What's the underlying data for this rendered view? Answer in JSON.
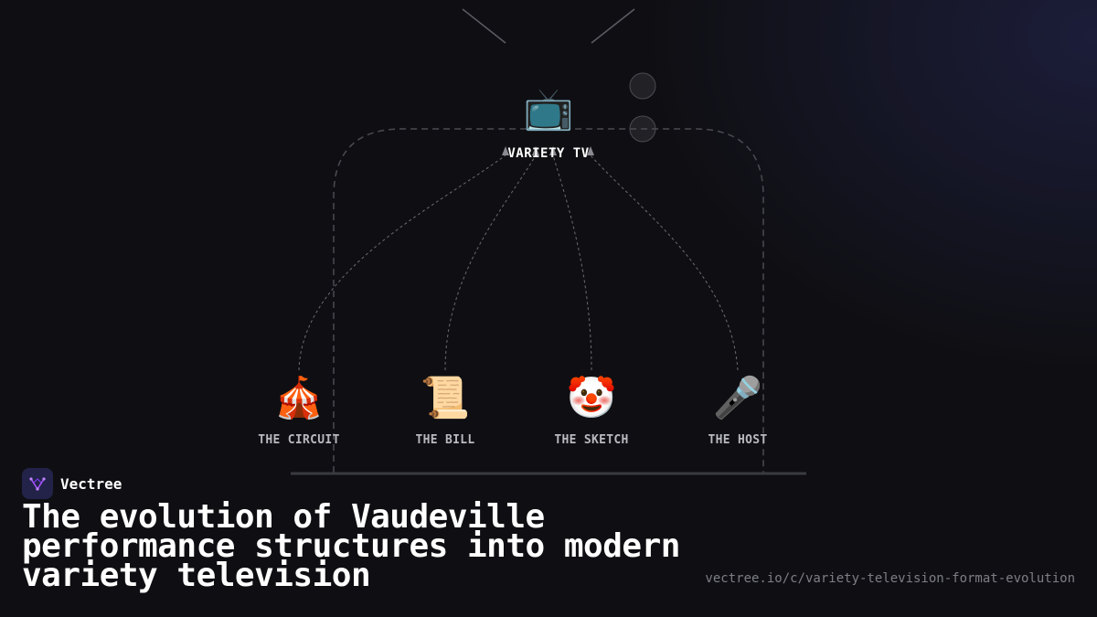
{
  "diagram": {
    "root": {
      "label": "VARIETY TV",
      "icon": "television-icon",
      "glyph": "📺"
    },
    "children": [
      {
        "label": "THE CIRCUIT",
        "icon": "circus-tent-icon",
        "glyph": "🎪"
      },
      {
        "label": "THE BILL",
        "icon": "scroll-icon",
        "glyph": "📜"
      },
      {
        "label": "THE SKETCH",
        "icon": "clown-face-icon",
        "glyph": "🤡"
      },
      {
        "label": "THE HOST",
        "icon": "microphone-icon",
        "glyph": "🎤"
      }
    ]
  },
  "brand": {
    "name": "Vectree",
    "icon": "vectree-logo-icon"
  },
  "title": "The evolution of Vaudeville performance structures into modern variety television",
  "url": "vectree.io/c/variety-television-format-evolution",
  "colors": {
    "background": "#0f0f13",
    "accent": "#8b5cf6",
    "line": "#6b6b73",
    "label": "#b9b9c0"
  }
}
